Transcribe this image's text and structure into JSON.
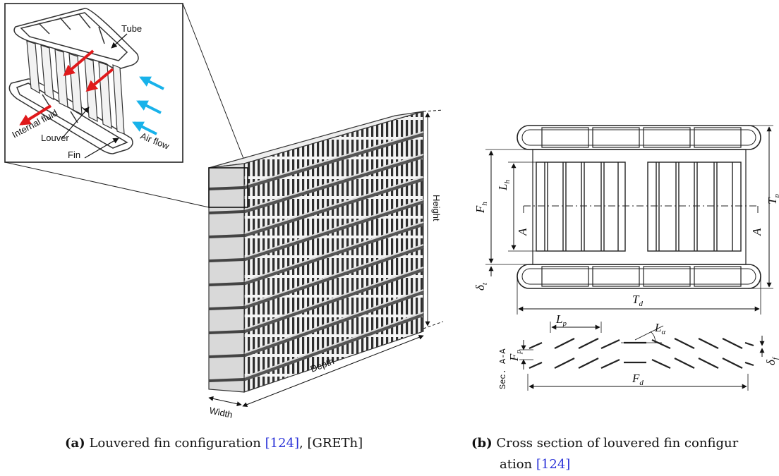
{
  "inset": {
    "tube": "Tube",
    "internal_fluid": "Internal fluid",
    "louver": "Louver",
    "fin": "Fin",
    "air_flow": "Air flow"
  },
  "core": {
    "height": "Height",
    "depth": "Depth",
    "width": "Width"
  },
  "section": {
    "F_h": [
      "F",
      "h"
    ],
    "L_h": [
      "L",
      "h"
    ],
    "A_left": "A",
    "A_right": "A",
    "T_p": [
      "T",
      "p"
    ],
    "delta_t": [
      "δ",
      "t"
    ],
    "T_d": [
      "T",
      "d"
    ],
    "L_p": [
      "L",
      "p"
    ],
    "L_alpha": [
      "L",
      "α"
    ],
    "sec_label": "Sec. A-A",
    "F_p": [
      "F",
      "p"
    ],
    "delta_f": [
      "δ",
      "f"
    ],
    "F_d": [
      "F",
      "d"
    ]
  },
  "captions": {
    "a_tag": "(a)",
    "a_text": "Louvered fin configuration",
    "a_ref": "[124]",
    "a_tail": ", [GRETh]",
    "b_tag": "(b)",
    "b_line1": "Cross section of louvered fin configur",
    "b_line2": "ation",
    "b_ref": "[124]"
  },
  "colors": {
    "arrow_internal": "#e0191b",
    "arrow_air": "#18b2ea",
    "reference_link": "#2a32d8"
  }
}
